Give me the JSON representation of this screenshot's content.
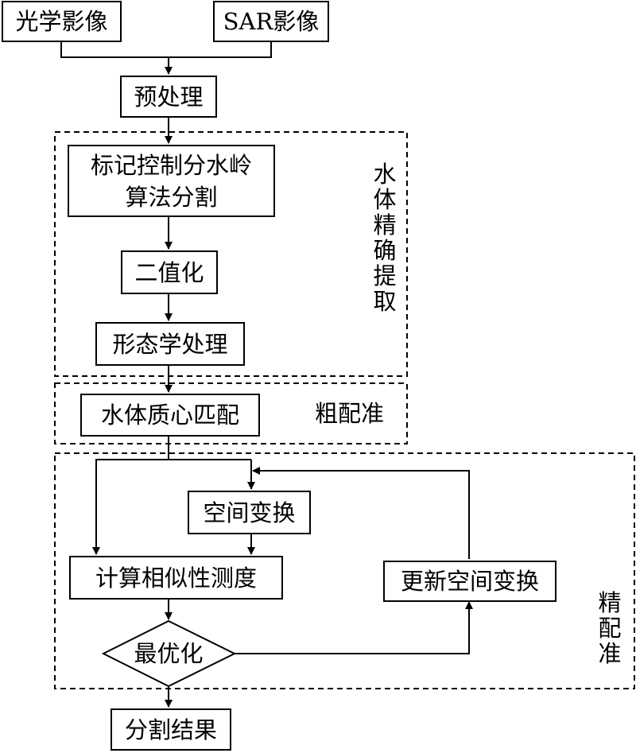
{
  "nodes": {
    "optical": "光学影像",
    "sar": "SAR影像",
    "preprocess": "预处理",
    "watershed_line1": "标记控制分水岭",
    "watershed_line2": "算法分割",
    "binarize": "二值化",
    "morphology": "形态学处理",
    "centroid": "水体质心匹配",
    "transform": "空间变换",
    "similarity": "计算相似性测度",
    "update": "更新空间变换",
    "optimize": "最优化",
    "result": "分割结果"
  },
  "groups": {
    "extraction": "水体精确提取",
    "coarse": "粗配准",
    "fine": "精配准"
  }
}
